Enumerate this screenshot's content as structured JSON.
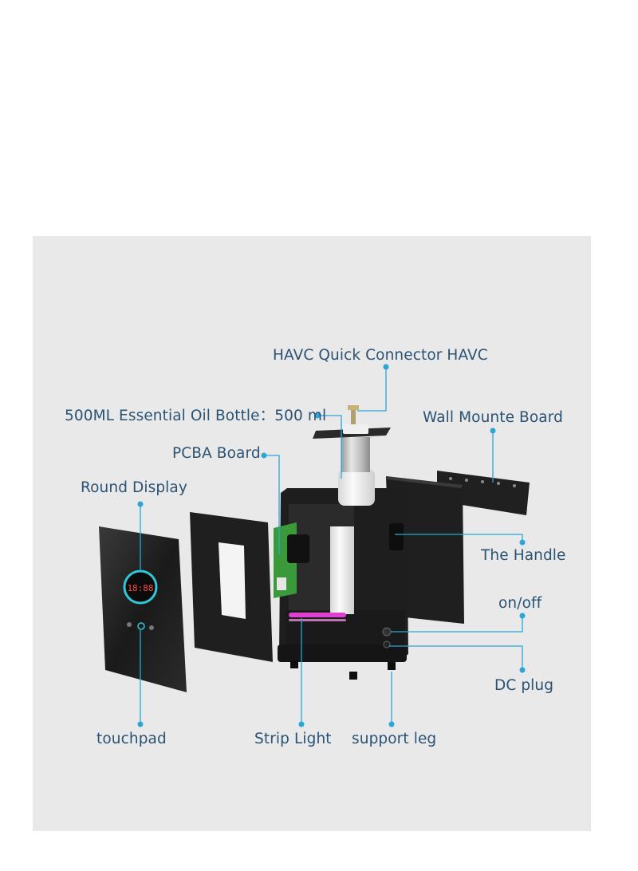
{
  "labels": {
    "havc_connector": "HAVC Quick Connector  HAVC",
    "oil_bottle": "500ML Essential Oil Bottle：500 ml",
    "wall_board": "Wall Mounte Board",
    "pcba_board": "PCBA Board",
    "round_display": "Round Display",
    "handle": "The Handle",
    "on_off": "on/off",
    "dc_plug": "DC plug",
    "touchpad": "touchpad",
    "strip_light": "Strip Light",
    "support_leg": "support leg"
  },
  "display": {
    "readout": "18:88"
  },
  "colors": {
    "panel_bg": "#e9e9e9",
    "label_text": "#2a5273",
    "leader_line": "#2ba6d6",
    "device_body": "#1e1e1e",
    "strip_light": "#e040d0",
    "pcb_green": "#3a9a3a",
    "display_ring": "#2fc8d8"
  }
}
